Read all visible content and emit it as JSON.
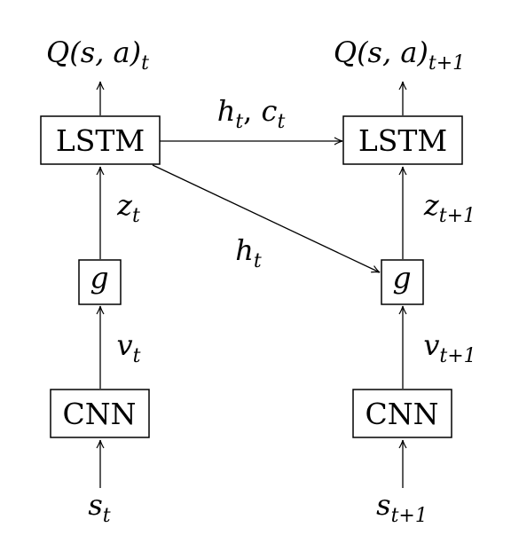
{
  "nodes": {
    "lstm_t": "LSTM",
    "lstm_t1": "LSTM",
    "g_t": "g",
    "g_t1": "g",
    "cnn_t": "CNN",
    "cnn_t1": "CNN"
  },
  "labels": {
    "q_t": {
      "main": "Q(s, a)",
      "sub": "t"
    },
    "q_t1": {
      "main": "Q(s, a)",
      "sub": "t+1"
    },
    "hc_t": {
      "h": "h",
      "h_sub": "t",
      "sep": ", ",
      "c": "c",
      "c_sub": "t"
    },
    "h_t": {
      "main": "h",
      "sub": "t"
    },
    "z_t": {
      "main": "z",
      "sub": "t"
    },
    "z_t1": {
      "main": "z",
      "sub": "t+1"
    },
    "v_t": {
      "main": "v",
      "sub": "t"
    },
    "v_t1": {
      "main": "v",
      "sub": "t+1"
    },
    "s_t": {
      "main": "s",
      "sub": "t"
    },
    "s_t1": {
      "main": "s",
      "sub": "t+1"
    }
  }
}
